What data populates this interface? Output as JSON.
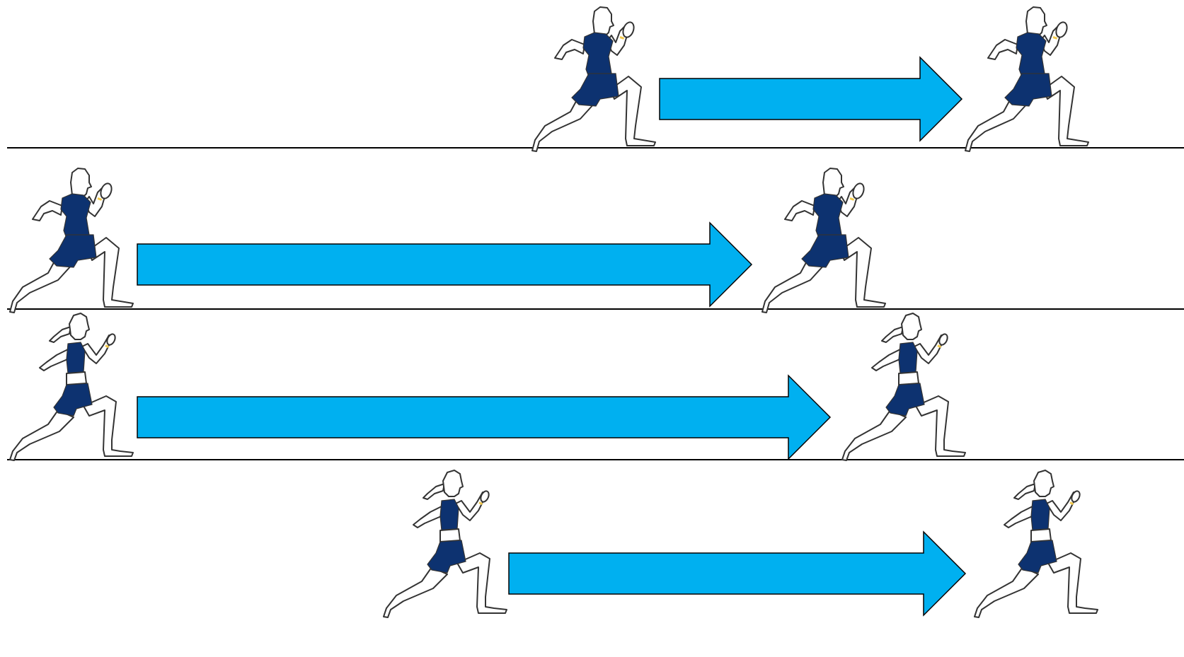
{
  "colors": {
    "background": "#ffffff",
    "arrow_fill": "#00b0f0",
    "uniform": "#0d3270",
    "skin": "#ffffff",
    "outline": "#333333",
    "line": "#000000",
    "wristband": "#f2c94c"
  },
  "figure_type": "runner displacement diagram",
  "lanes": [
    {
      "runner": "male",
      "icons": [
        "male-runner-icon",
        "male-runner-icon"
      ],
      "arrow": "right-arrow"
    },
    {
      "runner": "male",
      "icons": [
        "male-runner-icon",
        "male-runner-icon"
      ],
      "arrow": "right-arrow"
    },
    {
      "runner": "female",
      "icons": [
        "female-runner-icon",
        "female-runner-icon"
      ],
      "arrow": "right-arrow"
    },
    {
      "runner": "female",
      "icons": [
        "female-runner-icon",
        "female-runner-icon"
      ],
      "arrow": "right-arrow"
    }
  ]
}
